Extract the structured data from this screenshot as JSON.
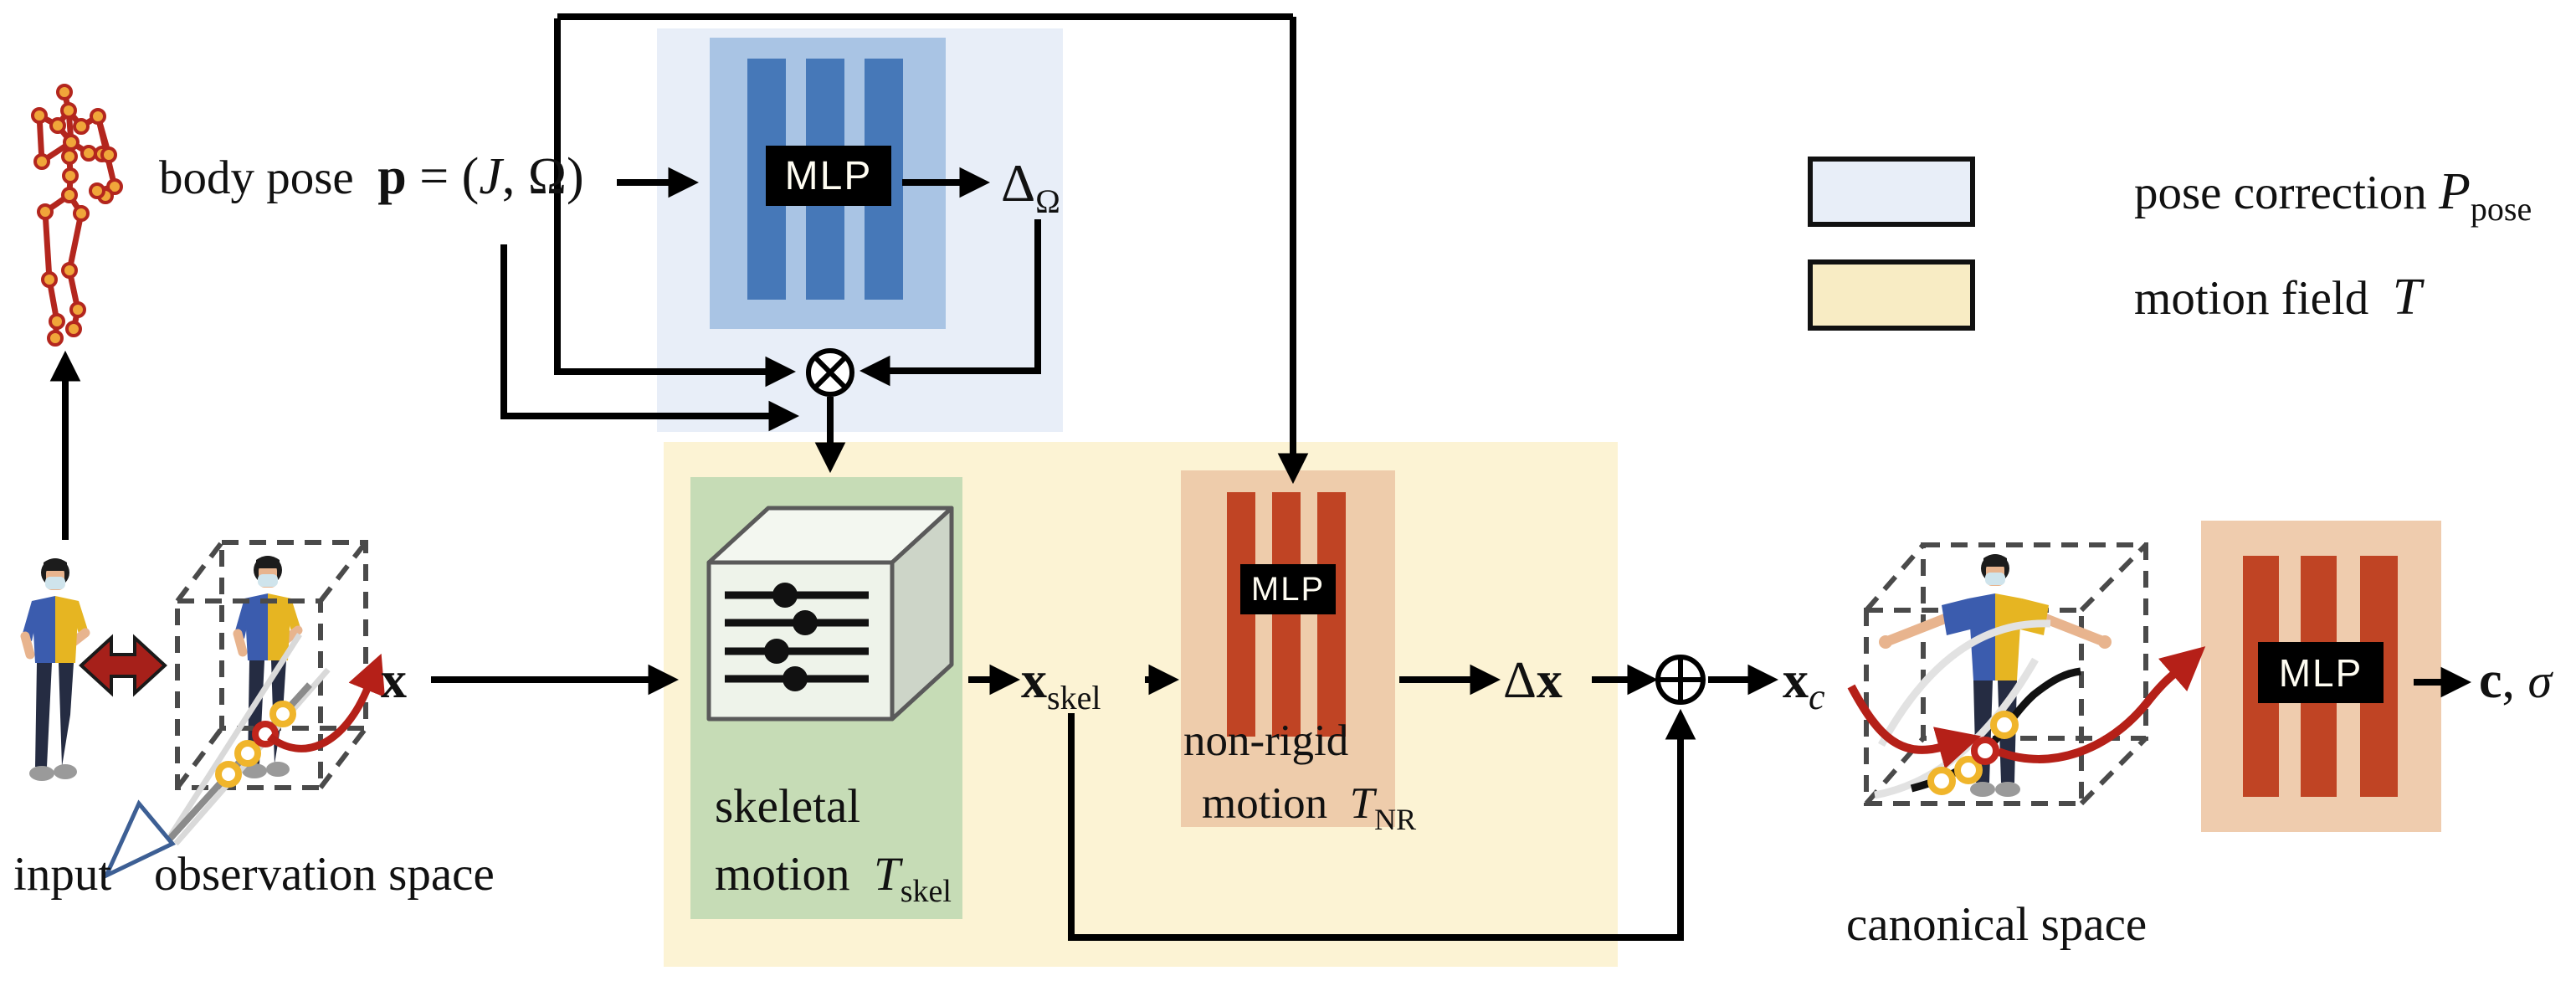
{
  "colors": {
    "pose_correction_fill": "#e8eef8",
    "motion_field_fill": "#fcf3d4",
    "legend_yellow_fill": "#f8ecc4",
    "skeletal_fill": "#c6dcb6",
    "nonrigid_fill": "#eeccab",
    "mlp_blue_outer": "#a9c4e4",
    "mlp_blue_bar": "#4678b8",
    "mlp_red_bar": "#c04424",
    "black_box": "#000000",
    "red_accent": "#b52018",
    "skeleton_bone": "#b3261e",
    "skeleton_joint": "#f0a63a"
  },
  "body_pose": {
    "text": "body pose",
    "p": "p",
    "eq": " = (",
    "J": "J",
    "comma": ", ",
    "omega": "Ω",
    "close": ")"
  },
  "mlp": {
    "pose": "MLP",
    "nonrigid": "MLP",
    "canonical": "MLP"
  },
  "variables": {
    "delta": "Δ",
    "delta_sub": "Ω",
    "x": "x",
    "x_skel_base": "x",
    "x_skel_sub": "skel",
    "delta_x_delta": "Δ",
    "delta_x_x": "x",
    "x_c_base": "x",
    "x_c_sub": "c",
    "out_c": "c",
    "out_comma": ", ",
    "out_sigma": "σ"
  },
  "operators": {
    "multiply": "⊗",
    "add": "⊕"
  },
  "labels": {
    "input": "input",
    "observation_space": "observation space",
    "canonical_space": "canonical space",
    "skeletal_line1": "skeletal",
    "skeletal_line2": "motion",
    "skeletal_symbol": "T",
    "skeletal_sub": "skel",
    "nonrigid_line1": "non-rigid",
    "nonrigid_line2": "motion",
    "nonrigid_symbol": "T",
    "nonrigid_sub": "NR"
  },
  "legend": {
    "pose_label": "pose correction",
    "pose_symbol": "P",
    "pose_sub": "pose",
    "motion_label": "motion field",
    "motion_symbol": "T"
  }
}
